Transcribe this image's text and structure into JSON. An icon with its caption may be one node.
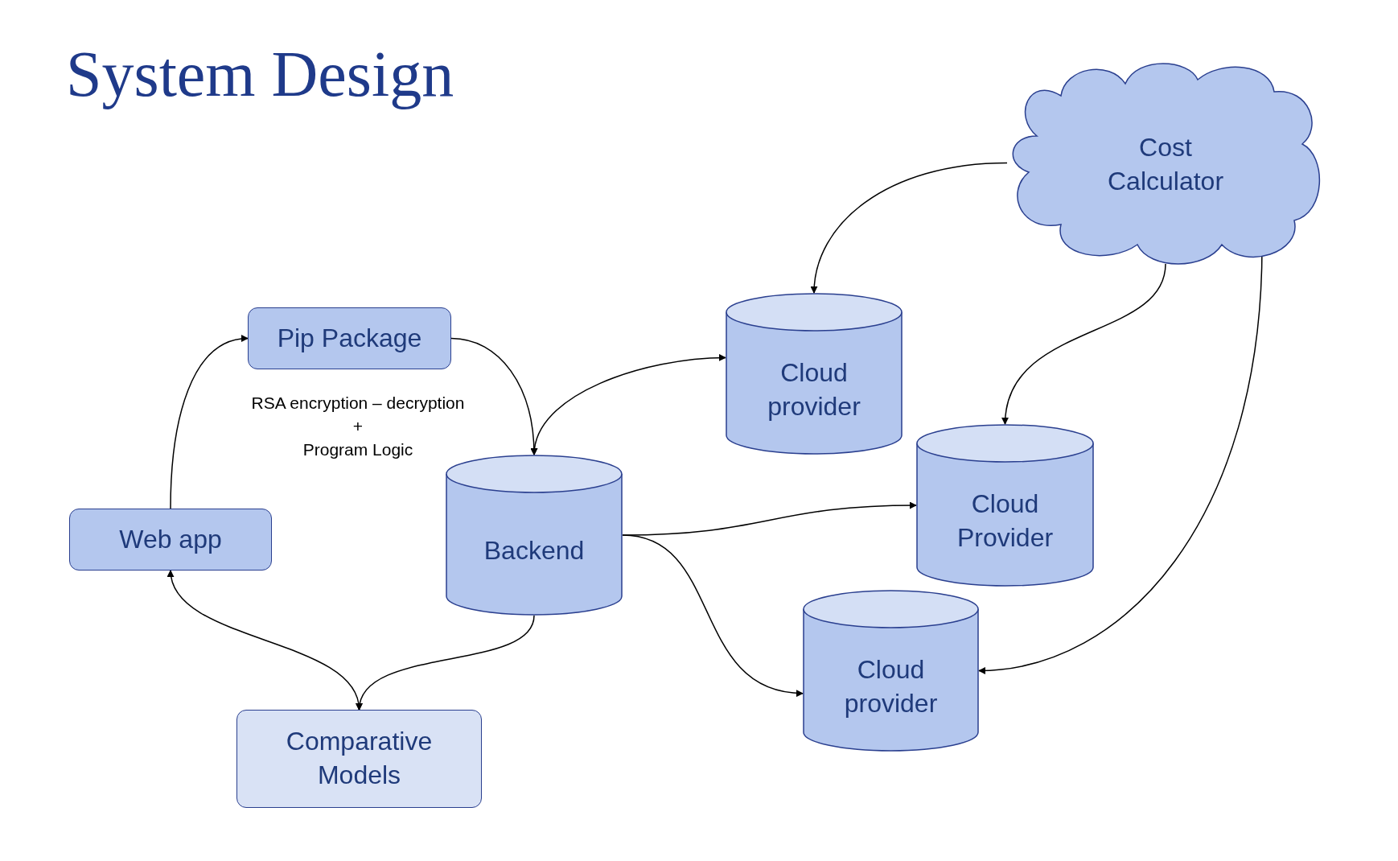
{
  "diagram": {
    "title": "System Design",
    "nodes": [
      {
        "text": [
          "Pip Package"
        ]
      },
      {
        "text": [
          "Web app"
        ]
      },
      {
        "text": [
          "Backend"
        ]
      },
      {
        "text": [
          "Comparative Models"
        ]
      },
      {
        "text": [
          "Cloud provider"
        ]
      },
      {
        "text": [
          "Cloud Provider"
        ]
      },
      {
        "text": [
          "Cloud provider"
        ]
      },
      {
        "text": [
          "Cost Calculator"
        ]
      }
    ],
    "edges": [
      {
        "from": 1,
        "to": 0,
        "arrow": "to"
      },
      {
        "from": 0,
        "to": 2,
        "arrow": "to"
      },
      {
        "from": 2,
        "to": 4,
        "arrow": "both"
      },
      {
        "from": 2,
        "to": 5,
        "arrow": "to"
      },
      {
        "from": 2,
        "to": 6,
        "arrow": "to"
      },
      {
        "from": 2,
        "to": 3,
        "arrow": "to"
      },
      {
        "from": 3,
        "to": 1,
        "arrow": "both"
      },
      {
        "from": 7,
        "to": 4,
        "arrow": "to"
      },
      {
        "from": 7,
        "to": 5,
        "arrow": "to"
      },
      {
        "from": 7,
        "to": 6,
        "arrow": "to"
      }
    ],
    "labels": [
      "RSA encryption – decryption",
      "+",
      "Program Logic"
    ]
  }
}
